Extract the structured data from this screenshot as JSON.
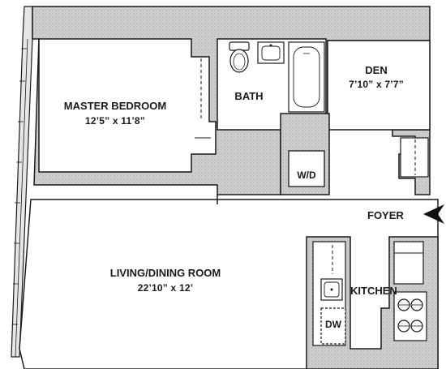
{
  "rooms": {
    "master_bedroom": {
      "name": "MASTER BEDROOM",
      "dims": "12’5” x 11’8”"
    },
    "bath": {
      "name": "BATH"
    },
    "den": {
      "name": "DEN",
      "dims": "7’10” x 7’7”"
    },
    "washer_dryer": {
      "name": "W/D"
    },
    "foyer": {
      "name": "FOYER"
    },
    "living_dining": {
      "name": "LIVING/DINING ROOM",
      "dims": "22’10” x 12’"
    },
    "kitchen": {
      "name": "KITCHEN"
    },
    "dishwasher": {
      "name": "DW"
    }
  },
  "colors": {
    "wall_fill": "#c8c8c8",
    "line": "#1a1a1a",
    "floor": "#ffffff"
  },
  "icons": [
    "entry-arrow-icon",
    "toilet-icon",
    "sink-icon",
    "bathtub-icon",
    "cooktop-icon"
  ]
}
